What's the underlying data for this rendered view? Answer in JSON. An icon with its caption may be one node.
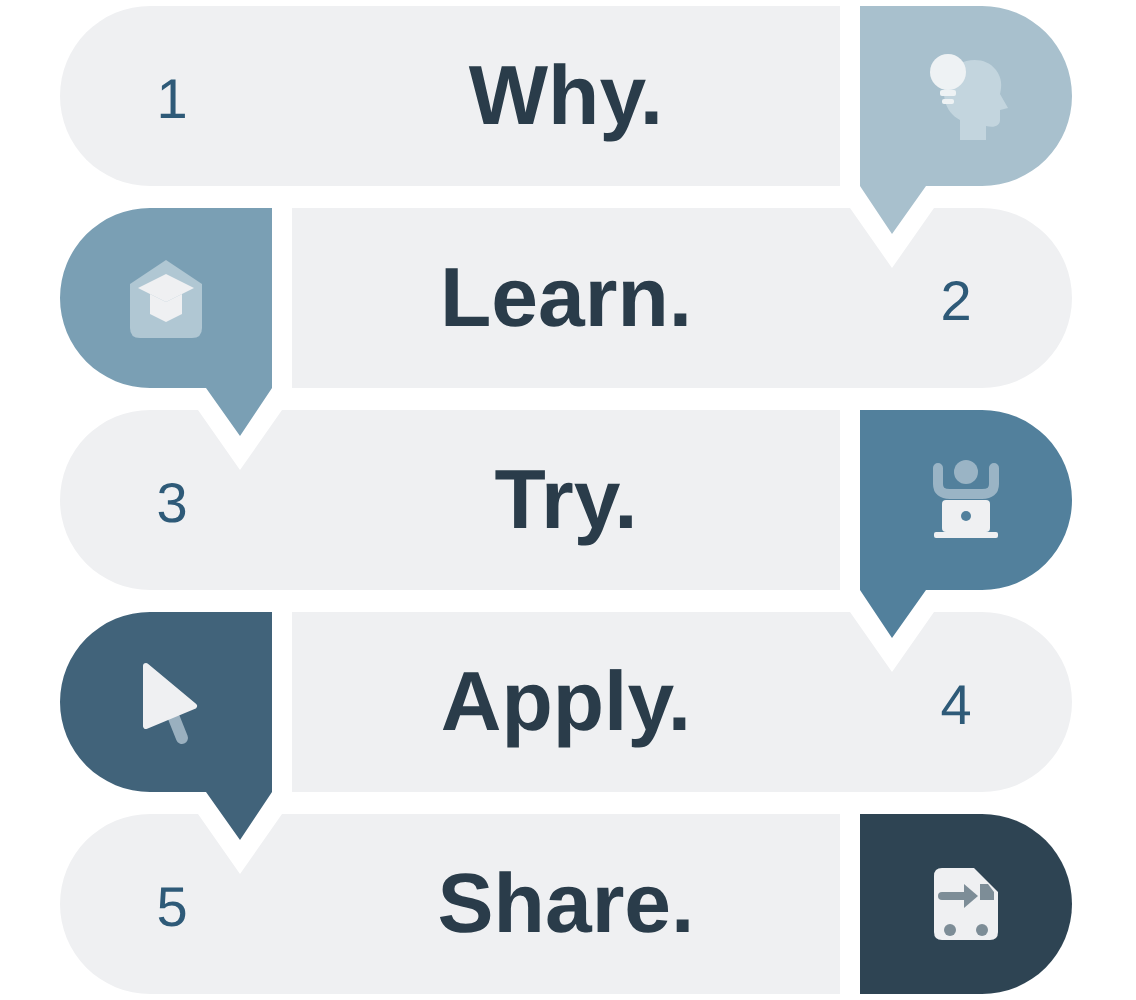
{
  "diagram": {
    "nodes": [
      {
        "text": [
          "1",
          "Why."
        ]
      },
      {
        "text": [
          "Learn.",
          "2"
        ]
      },
      {
        "text": [
          "3",
          "Try."
        ]
      },
      {
        "text": [
          "Apply.",
          "4"
        ]
      },
      {
        "text": [
          "5",
          "Share."
        ]
      }
    ]
  }
}
